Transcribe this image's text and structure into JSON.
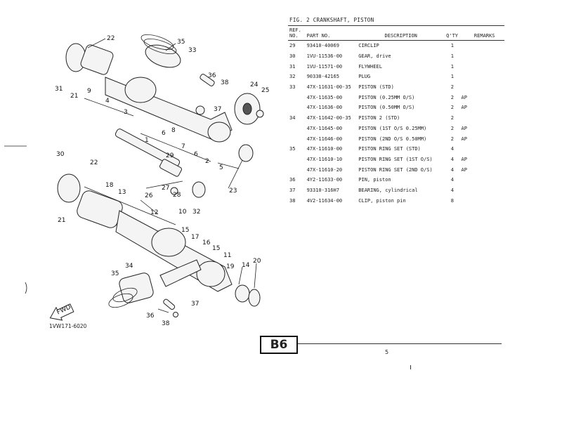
{
  "figure": {
    "title": "FIG. 2 CRANKSHAFT, PISTON"
  },
  "table": {
    "headers": {
      "ref": "REF. NO.",
      "part_no": "PART NO.",
      "description": "DESCRIPTION",
      "qty": "Q'TY",
      "remarks": "REMARKS"
    },
    "rows": [
      {
        "ref": "29",
        "part_no": "93410-40069",
        "description": "CIRCLIP",
        "qty": "1",
        "flag": ""
      },
      {
        "ref": "30",
        "part_no": "1VU-11536-00",
        "description": "GEAR, drive",
        "qty": "1",
        "flag": ""
      },
      {
        "ref": "31",
        "part_no": "1VU-11571-00",
        "description": "FLYWHEEL",
        "qty": "1",
        "flag": ""
      },
      {
        "ref": "32",
        "part_no": "90338-42165",
        "description": "PLUG",
        "qty": "1",
        "flag": ""
      },
      {
        "ref": "33",
        "part_no": "47X-11631-00-35",
        "description": "PISTON (STD)",
        "qty": "2",
        "flag": ""
      },
      {
        "ref": "",
        "part_no": "47X-11635-00",
        "description": "PISTON (0.25MM O/S)",
        "qty": "2",
        "flag": "AP"
      },
      {
        "ref": "",
        "part_no": "47X-11636-00",
        "description": "PISTON (0.50MM O/S)",
        "qty": "2",
        "flag": "AP"
      },
      {
        "ref": "34",
        "part_no": "47X-11642-00-35",
        "description": "PISTON 2 (STD)",
        "qty": "2",
        "flag": ""
      },
      {
        "ref": "",
        "part_no": "47X-11645-00",
        "description": "PISTON (1ST O/S 0.25MM)",
        "qty": "2",
        "flag": "AP"
      },
      {
        "ref": "",
        "part_no": "47X-11646-00",
        "description": "PISTON (2ND O/S 0.50MM)",
        "qty": "2",
        "flag": "AP"
      },
      {
        "ref": "35",
        "part_no": "47X-11610-00",
        "description": "PISTON RING SET (STD)",
        "qty": "4",
        "flag": ""
      },
      {
        "ref": "",
        "part_no": "47X-11610-10",
        "description": "PISTON RING SET (1ST O/S)",
        "qty": "4",
        "flag": "AP"
      },
      {
        "ref": "",
        "part_no": "47X-11610-20",
        "description": "PISTON RING SET (2ND O/S)",
        "qty": "4",
        "flag": "AP"
      },
      {
        "ref": "36",
        "part_no": "4Y2-11633-00",
        "description": "PIN, piston",
        "qty": "4",
        "flag": ""
      },
      {
        "ref": "37",
        "part_no": "93310-316H7",
        "description": "BEARING, cylindrical",
        "qty": "4",
        "flag": ""
      },
      {
        "ref": "38",
        "part_no": "4V2-11634-00",
        "description": "CLIP, piston pin",
        "qty": "8",
        "flag": ""
      }
    ]
  },
  "diagram": {
    "callouts": [
      "22",
      "35",
      "33",
      "31",
      "21",
      "9",
      "4",
      "3",
      "36",
      "38",
      "37",
      "24",
      "25",
      "6",
      "8",
      "1",
      "7",
      "6",
      "2",
      "5",
      "23",
      "30",
      "22",
      "29",
      "18",
      "13",
      "27",
      "28",
      "26",
      "32",
      "21",
      "12",
      "10",
      "15",
      "17",
      "16",
      "15",
      "11",
      "19",
      "14",
      "20",
      "34",
      "35",
      "37",
      "36",
      "38"
    ],
    "front_arrow_label": "FWD",
    "illustration_code": "1VW171-6020"
  },
  "footer": {
    "page_code": "B6",
    "page_number": "5"
  }
}
